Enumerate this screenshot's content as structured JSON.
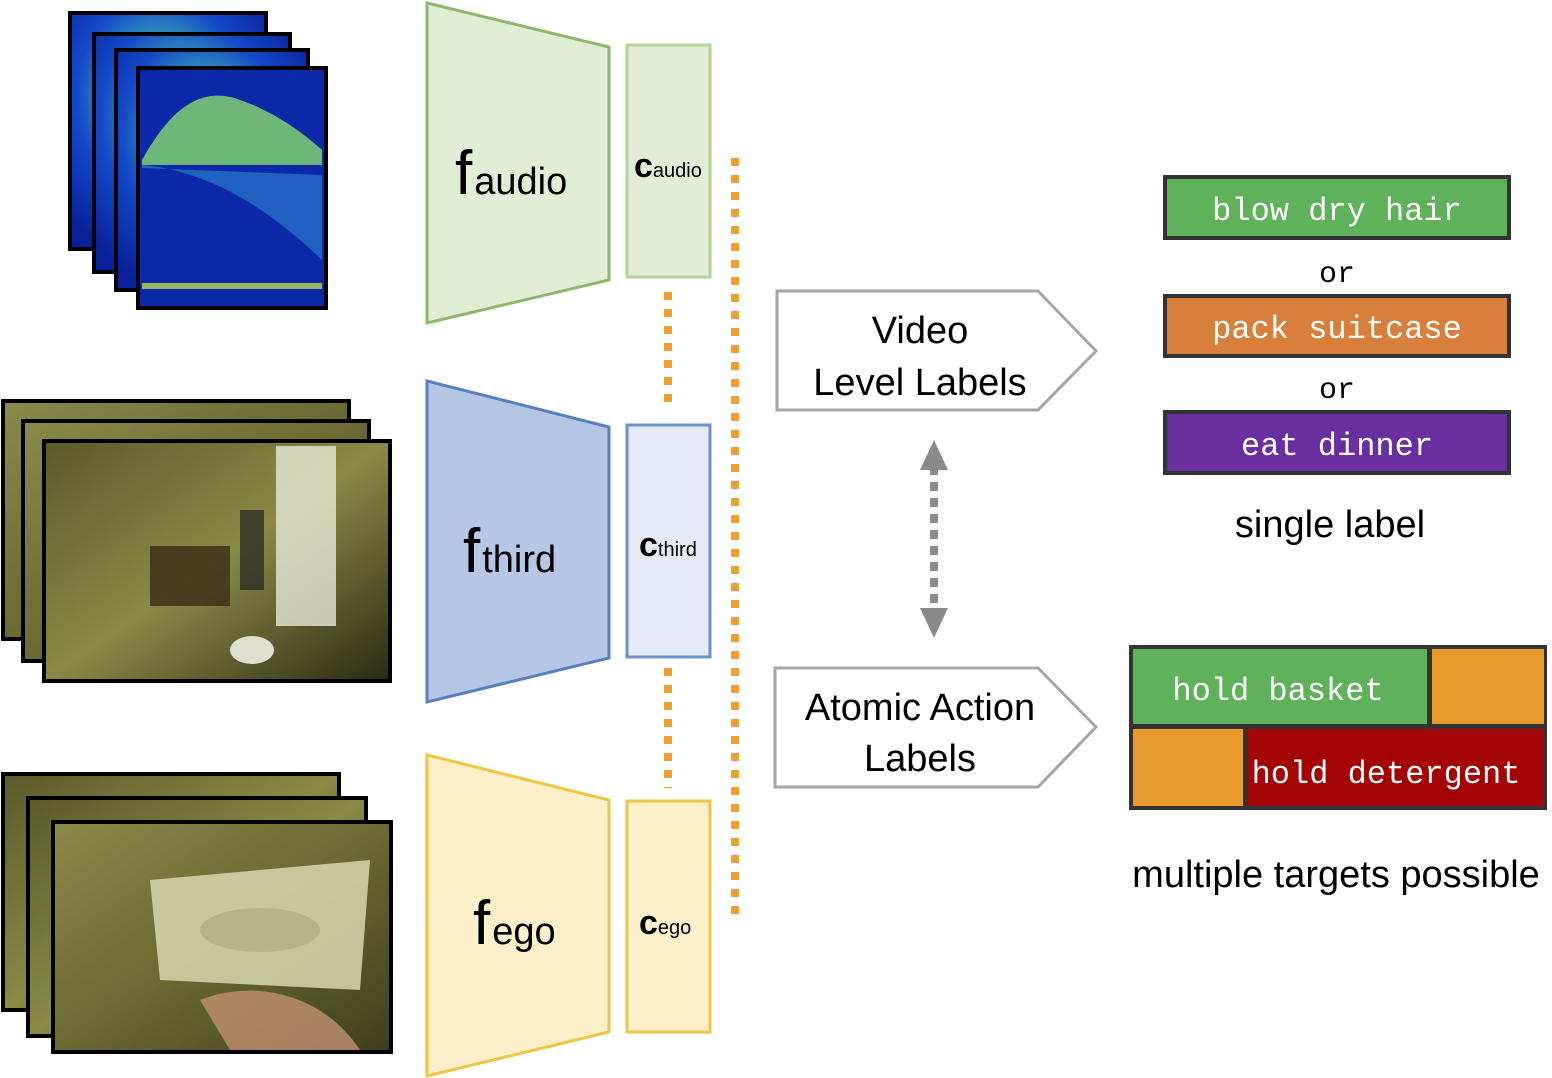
{
  "encoders": [
    {
      "id": "audio",
      "f_base": "f",
      "f_sub": "audio",
      "c_base": "c",
      "c_sub": "audio"
    },
    {
      "id": "third",
      "f_base": "f",
      "f_sub": "third",
      "c_base": "c",
      "c_sub": "third"
    },
    {
      "id": "ego",
      "f_base": "f",
      "f_sub": "ego",
      "c_base": "c",
      "c_sub": "ego"
    }
  ],
  "colors": {
    "audio_fill": "#e2edd6",
    "audio_stroke": "#8db86a",
    "third_fill": "#b6c7e6",
    "third_stroke": "#5a7fc0",
    "third_c_fill": "#e4eaf6",
    "third_c_stroke": "#6d93cc",
    "ego_fill": "#fbf0c9",
    "ego_stroke": "#eec545",
    "dotted": "#f0a030",
    "label_green": "#5fb15a",
    "label_orange": "#d77f3b",
    "label_purple": "#6a2f9f",
    "atomic_orange": "#e89a2c",
    "atomic_red": "#a50404"
  },
  "video_level": {
    "line1": "Video",
    "line2": "Level Labels"
  },
  "atomic_action": {
    "line1": "Atomic Action",
    "line2": "Labels"
  },
  "single_labels": [
    "blow dry hair",
    "pack suitcase",
    "eat dinner"
  ],
  "or_text": "or",
  "single_caption": "single label",
  "atomic_labels": [
    "hold basket",
    "hold detergent"
  ],
  "multi_caption": "multiple targets possible"
}
